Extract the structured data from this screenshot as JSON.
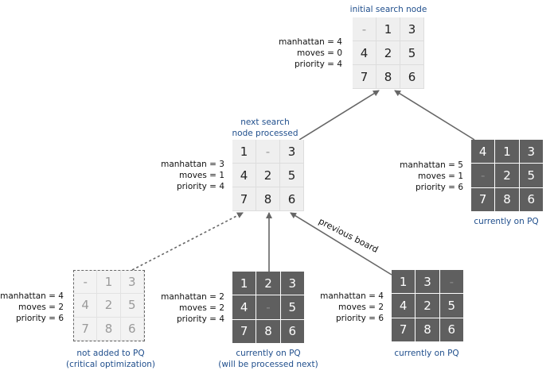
{
  "colors": {
    "caption": "#1f4e8c",
    "dark_tile": "#5f5f5f",
    "light_tile": "#efefef",
    "arrow": "#666666"
  },
  "nodes": [
    {
      "id": "initial",
      "style": "light",
      "caption": [
        "initial search node"
      ],
      "tiles": [
        "-",
        "1",
        "3",
        "4",
        "2",
        "5",
        "7",
        "8",
        "6"
      ],
      "stats": [
        "manhattan = 4",
        "moves = 0",
        "priority = 4"
      ]
    },
    {
      "id": "next-processed",
      "style": "light",
      "caption": [
        "next search",
        "node processed"
      ],
      "tiles": [
        "1",
        "-",
        "3",
        "4",
        "2",
        "5",
        "7",
        "8",
        "6"
      ],
      "stats": [
        "manhattan = 3",
        "moves = 1",
        "priority = 4"
      ]
    },
    {
      "id": "pq-right",
      "style": "dark",
      "caption": [
        "currently on PQ"
      ],
      "tiles": [
        "4",
        "1",
        "3",
        "-",
        "2",
        "5",
        "7",
        "8",
        "6"
      ],
      "stats": [
        "manhattan = 5",
        "moves = 1",
        "priority = 6"
      ]
    },
    {
      "id": "not-added",
      "style": "ghost",
      "caption": [
        "not added to PQ",
        "(critical optimization)"
      ],
      "tiles": [
        "-",
        "1",
        "3",
        "4",
        "2",
        "5",
        "7",
        "8",
        "6"
      ],
      "stats": [
        "manhattan = 4",
        "moves = 2",
        "priority = 6"
      ]
    },
    {
      "id": "pq-next",
      "style": "dark",
      "caption": [
        "currently on PQ",
        "(will be processed next)"
      ],
      "tiles": [
        "1",
        "2",
        "3",
        "4",
        "-",
        "5",
        "7",
        "8",
        "6"
      ],
      "stats": [
        "manhattan = 2",
        "moves = 2",
        "priority = 4"
      ]
    },
    {
      "id": "pq-bottom-right",
      "style": "dark",
      "caption": [
        "currently on PQ"
      ],
      "tiles": [
        "1",
        "3",
        "-",
        "4",
        "2",
        "5",
        "7",
        "8",
        "6"
      ],
      "stats": [
        "manhattan = 4",
        "moves = 2",
        "priority = 6"
      ]
    }
  ],
  "edges": [
    {
      "from": "next-processed",
      "to": "initial",
      "style": "solid"
    },
    {
      "from": "pq-right",
      "to": "initial",
      "style": "solid"
    },
    {
      "from": "not-added",
      "to": "next-processed",
      "style": "dashed"
    },
    {
      "from": "pq-next",
      "to": "next-processed",
      "style": "solid"
    },
    {
      "from": "pq-bottom-right",
      "to": "next-processed",
      "style": "solid",
      "label": "previous board"
    }
  ]
}
